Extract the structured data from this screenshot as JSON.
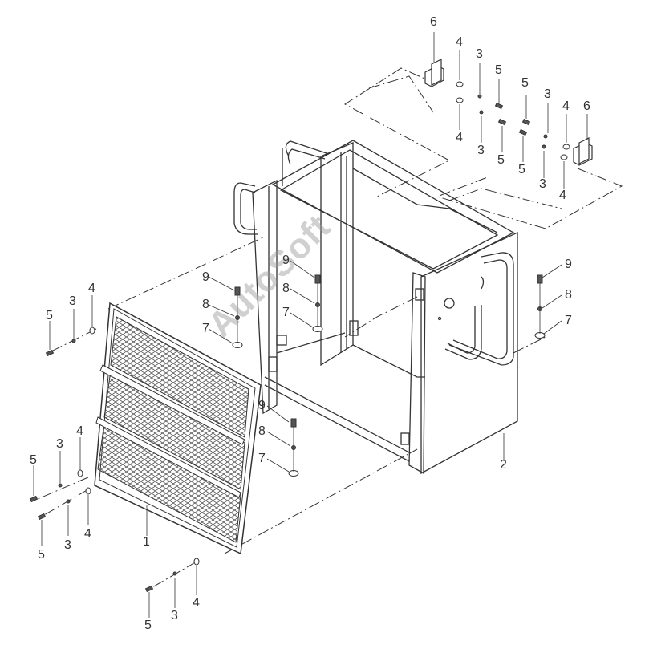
{
  "watermark": "AutoSoft",
  "colors": {
    "line": "#333333",
    "light": "#888888",
    "bg": "#ffffff"
  },
  "labels": [
    {
      "id": "l6a",
      "text": "6"
    },
    {
      "id": "l4a",
      "text": "4"
    },
    {
      "id": "l3a",
      "text": "3"
    },
    {
      "id": "l5a",
      "text": "5"
    },
    {
      "id": "l4b",
      "text": "4"
    },
    {
      "id": "l3b",
      "text": "3"
    },
    {
      "id": "l5b",
      "text": "5"
    },
    {
      "id": "l5c",
      "text": "5"
    },
    {
      "id": "l3c",
      "text": "3"
    },
    {
      "id": "l4c",
      "text": "4"
    },
    {
      "id": "l6b",
      "text": "6"
    },
    {
      "id": "l5d",
      "text": "5"
    },
    {
      "id": "l3d",
      "text": "3"
    },
    {
      "id": "l4d",
      "text": "4"
    },
    {
      "id": "l9a",
      "text": "9"
    },
    {
      "id": "l8a",
      "text": "8"
    },
    {
      "id": "l7a",
      "text": "7"
    },
    {
      "id": "l9b",
      "text": "9"
    },
    {
      "id": "l8b",
      "text": "8"
    },
    {
      "id": "l7b",
      "text": "7"
    },
    {
      "id": "l9c",
      "text": "9"
    },
    {
      "id": "l8c",
      "text": "8"
    },
    {
      "id": "l7c",
      "text": "7"
    },
    {
      "id": "l9d",
      "text": "9"
    },
    {
      "id": "l8d",
      "text": "8"
    },
    {
      "id": "l7d",
      "text": "7"
    },
    {
      "id": "l5e",
      "text": "5"
    },
    {
      "id": "l3e",
      "text": "3"
    },
    {
      "id": "l4e",
      "text": "4"
    },
    {
      "id": "l5f",
      "text": "5"
    },
    {
      "id": "l3f",
      "text": "3"
    },
    {
      "id": "l4f",
      "text": "4"
    },
    {
      "id": "l5g",
      "text": "5"
    },
    {
      "id": "l3g",
      "text": "3"
    },
    {
      "id": "l4g",
      "text": "4"
    },
    {
      "id": "l5h",
      "text": "5"
    },
    {
      "id": "l3h",
      "text": "3"
    },
    {
      "id": "l4h",
      "text": "4"
    },
    {
      "id": "l1",
      "text": "1"
    },
    {
      "id": "l2",
      "text": "2"
    }
  ]
}
